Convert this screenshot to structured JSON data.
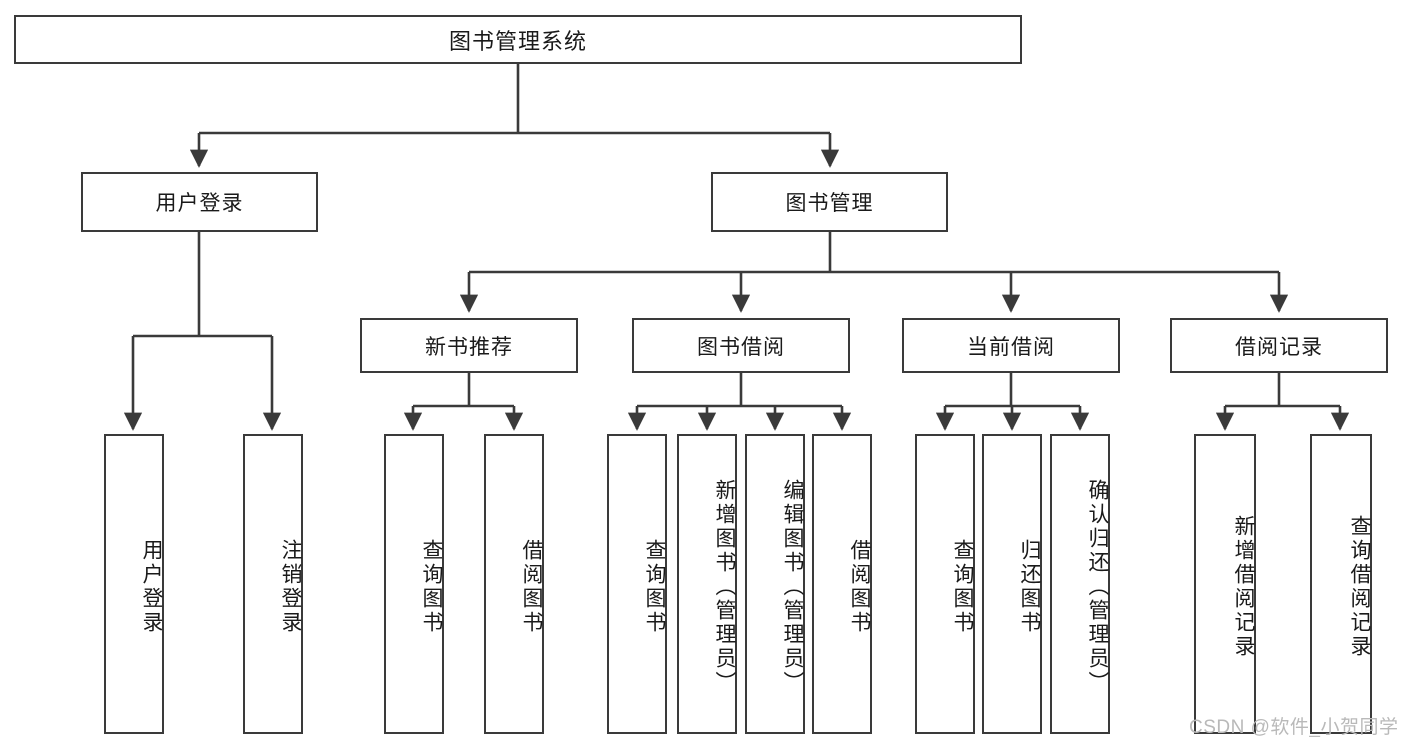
{
  "diagram": {
    "title": "图书管理系统",
    "type": "功能结构图",
    "root": {
      "id": "root",
      "label": "图书管理系统"
    },
    "level1": [
      {
        "id": "user-login",
        "label": "用户登录"
      },
      {
        "id": "book-manage",
        "label": "图书管理"
      }
    ],
    "level2": [
      {
        "id": "new-book-rec",
        "label": "新书推荐",
        "parent": "book-manage"
      },
      {
        "id": "book-borrow",
        "label": "图书借阅",
        "parent": "book-manage"
      },
      {
        "id": "current-borrow",
        "label": "当前借阅",
        "parent": "book-manage"
      },
      {
        "id": "borrow-record",
        "label": "借阅记录",
        "parent": "book-manage"
      }
    ],
    "leaves": [
      {
        "id": "leaf-user-login",
        "label": "用户登录",
        "parent": "user-login"
      },
      {
        "id": "leaf-user-logout",
        "label": "注销登录",
        "parent": "user-login"
      },
      {
        "id": "leaf-rec-query",
        "label": "查询图书",
        "parent": "new-book-rec"
      },
      {
        "id": "leaf-rec-borrow",
        "label": "借阅图书",
        "parent": "new-book-rec"
      },
      {
        "id": "leaf-borrow-query",
        "label": "查询图书",
        "parent": "book-borrow"
      },
      {
        "id": "leaf-borrow-add",
        "label": "新增图书（管理员）",
        "parent": "book-borrow"
      },
      {
        "id": "leaf-borrow-edit",
        "label": "编辑图书（管理员）",
        "parent": "book-borrow"
      },
      {
        "id": "leaf-borrow-lend",
        "label": "借阅图书",
        "parent": "book-borrow"
      },
      {
        "id": "leaf-cur-query",
        "label": "查询图书",
        "parent": "current-borrow"
      },
      {
        "id": "leaf-cur-return",
        "label": "归还图书",
        "parent": "current-borrow"
      },
      {
        "id": "leaf-cur-confirm",
        "label": "确认归还（管理员）",
        "parent": "current-borrow"
      },
      {
        "id": "leaf-rec-add",
        "label": "新增借阅记录",
        "parent": "borrow-record"
      },
      {
        "id": "leaf-rec-search",
        "label": "查询借阅记录",
        "parent": "borrow-record"
      }
    ]
  },
  "watermark": {
    "text": "CSDN @软件_小贺同学"
  },
  "colors": {
    "stroke": "#3a3a3a",
    "background": "#ffffff",
    "text": "#1a1a1a",
    "watermark": "#b9b9b9"
  }
}
